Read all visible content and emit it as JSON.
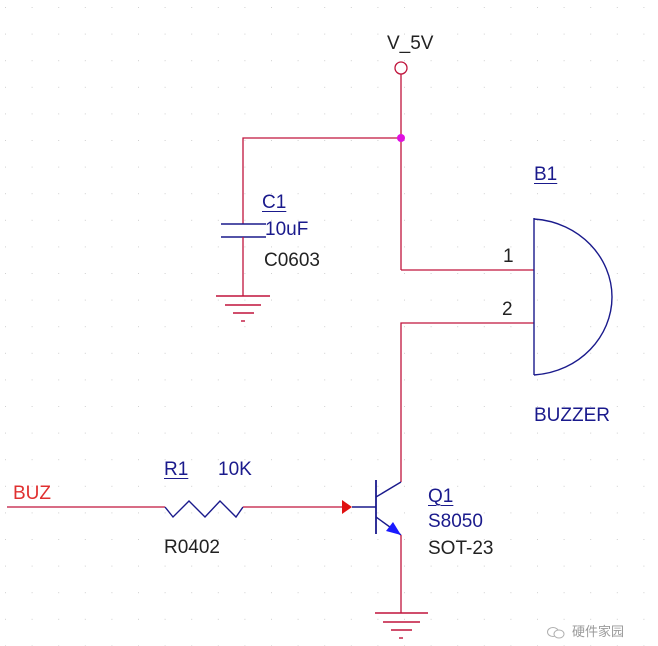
{
  "diagram": {
    "type": "circuit-schematic",
    "title": "Buzzer driver circuit",
    "colors": {
      "wire": "#c0143c",
      "symbol": "#1a1a8c",
      "net_label": "#e03030",
      "junction": "#e010e0",
      "text": "#222222",
      "grid_dot": "#d0d0d0"
    },
    "power": {
      "net": "V_5V"
    },
    "net_labels": {
      "input": "BUZ"
    },
    "components": {
      "C1": {
        "ref": "C1",
        "value": "10uF",
        "footprint": "C0603"
      },
      "B1": {
        "ref": "B1",
        "value": "BUZZER",
        "pin1": "1",
        "pin2": "2"
      },
      "R1": {
        "ref": "R1",
        "value": "10K",
        "footprint": "R0402"
      },
      "Q1": {
        "ref": "Q1",
        "value": "S8050",
        "footprint": "SOT-23"
      }
    },
    "connections": [
      "V_5V -> C1 -> GND",
      "V_5V -> B1.1",
      "B1.2 -> Q1.collector",
      "BUZ -> R1 -> Q1.base",
      "Q1.emitter -> GND"
    ]
  },
  "watermark": {
    "text": "硬件家园",
    "icon": "wechat-icon"
  }
}
